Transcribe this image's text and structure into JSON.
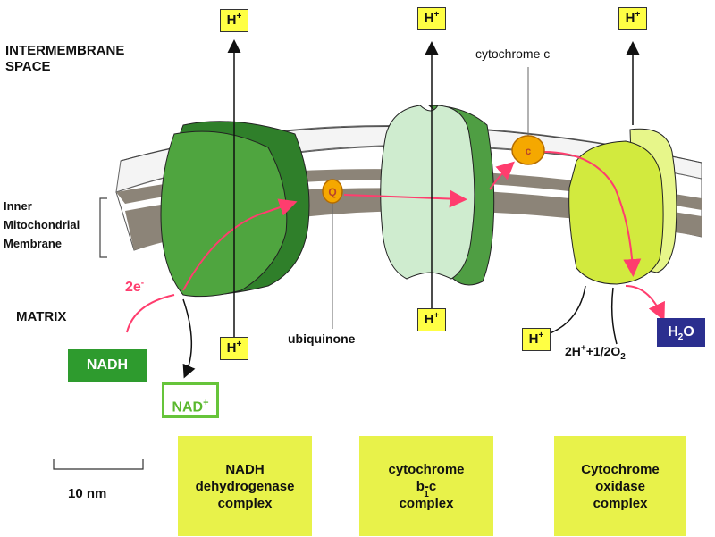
{
  "labels": {
    "intermembrane_line1": "INTERMEMBRANE",
    "intermembrane_line2": "SPACE",
    "inner_line1": "Inner",
    "inner_line2": "Mitochondrial",
    "inner_line3": "Membrane",
    "matrix": "MATRIX",
    "two_e": "2e",
    "two_e_sup": "-",
    "cytochrome_c": "cytochrome c",
    "ubiquinone": "ubiquinone",
    "q_letter": "Q",
    "c_letter": "c",
    "water_reaction_main": "2H",
    "water_reaction_plus": "+",
    "water_reaction_rest": "+1/2O",
    "water_reaction_sub": "2",
    "scale": "10 nm"
  },
  "proton": {
    "text": "H",
    "sup": "+"
  },
  "nadh": {
    "text": "NADH"
  },
  "nad_plus": {
    "text": "NAD",
    "sup": "+"
  },
  "water": {
    "text": "H",
    "sub": "2",
    "tail": "O"
  },
  "complexes": {
    "c1": {
      "line1": "NADH",
      "line2": "dehydrogenase",
      "line3": "complex"
    },
    "c2": {
      "line1": "cytochrome",
      "line2a": "b-c",
      "line2sub": "1",
      "line2b": " complex"
    },
    "c3": {
      "line1": "Cytochrome",
      "line2": "oxidase",
      "line3": "complex"
    }
  },
  "colors": {
    "complex1": "#3f9a35",
    "complex2": "#cfeccf",
    "complex3": "#d8ef55",
    "membrane": "#8c8478",
    "electron_path": "#ff3d6e",
    "carrier": "#f5a800",
    "proton_box": "#ffff44",
    "complex_label_box": "#e8f24a"
  }
}
